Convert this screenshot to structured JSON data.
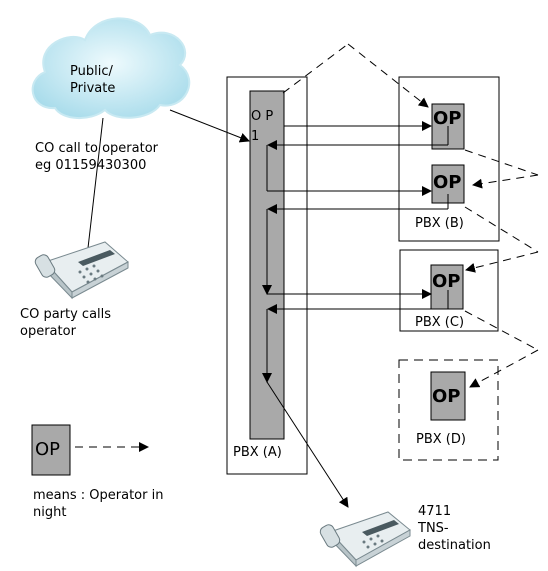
{
  "cloud": {
    "line1": "Public/",
    "line2": "Private"
  },
  "co_call": {
    "line1": "CO call to operator",
    "line2": "eg 01159430300"
  },
  "co_party": {
    "line1": "CO party calls",
    "line2": "operator"
  },
  "pbx_a": {
    "op_line1": "O P",
    "op_line2": "1",
    "label": "PBX (A)"
  },
  "pbx_b": {
    "op": "OP",
    "label": "PBX (B)"
  },
  "pbx_b2": {
    "op": "OP"
  },
  "pbx_c": {
    "op": "OP",
    "label": "PBX (C)"
  },
  "pbx_d": {
    "op": "OP",
    "label": "PBX (D)"
  },
  "legend": {
    "op": "OP",
    "line1": "means : Operator in",
    "line2": "night"
  },
  "destination": {
    "line1": "4711",
    "line2": "TNS-",
    "line3": "destination"
  },
  "colors": {
    "box_fill": "#a9a9a9",
    "cloud_fill": "#bfe8f2",
    "stroke": "#000000"
  },
  "icons": [
    "cloud-icon",
    "desk-phone-icon"
  ]
}
